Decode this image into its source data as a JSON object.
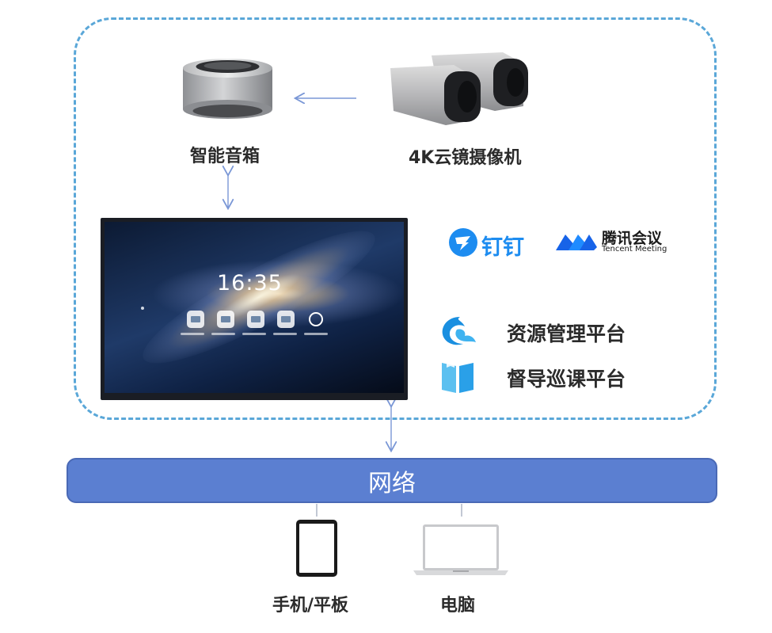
{
  "nodes": {
    "speaker_label": "智能音箱",
    "camera_label": "4K云镜摄像机",
    "resource_platform": "资源管理平台",
    "supervision_platform": "督导巡课平台",
    "network": "网络",
    "mobile_tablet": "手机/平板",
    "computer": "电脑"
  },
  "logos": {
    "dingtalk": "钉钉",
    "tencent_meeting_cn": "腾讯会议",
    "tencent_meeting_en": "Tencent Meeting"
  },
  "screen": {
    "clock": "16:35"
  },
  "colors": {
    "dashed_border": "#5aa7d8",
    "network_bar": "#5b7fd1",
    "arrow": "#7a97d6",
    "dingtalk_blue": "#1d8cf0",
    "tencent_blue": "#1763e8"
  }
}
